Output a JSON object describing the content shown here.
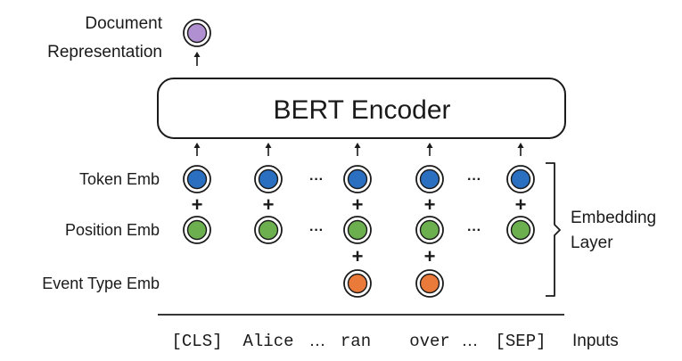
{
  "doc_label": [
    "Document",
    "Representation"
  ],
  "encoder_label": "BERT Encoder",
  "row_labels": {
    "token": "Token Emb",
    "position": "Position Emb",
    "event": "Event Type Emb"
  },
  "embedding_layer_label": [
    "Embedding",
    "Layer"
  ],
  "inputs_label": "Inputs",
  "ellipsis": "···",
  "plus": "+",
  "tokens": [
    {
      "text": "[CLS]",
      "event_type": false
    },
    {
      "text": "Alice",
      "event_type": false
    },
    {
      "text": "…",
      "gap": true
    },
    {
      "text": "ran",
      "event_type": true
    },
    {
      "text": "over",
      "event_type": true
    },
    {
      "text": "…",
      "gap": true
    },
    {
      "text": "[SEP]",
      "event_type": false
    }
  ],
  "colors": {
    "token": "#2a6fc0",
    "position": "#6caf4f",
    "event": "#ea7a3a",
    "document": "#b090d0",
    "stroke": "#1a1a1a"
  }
}
